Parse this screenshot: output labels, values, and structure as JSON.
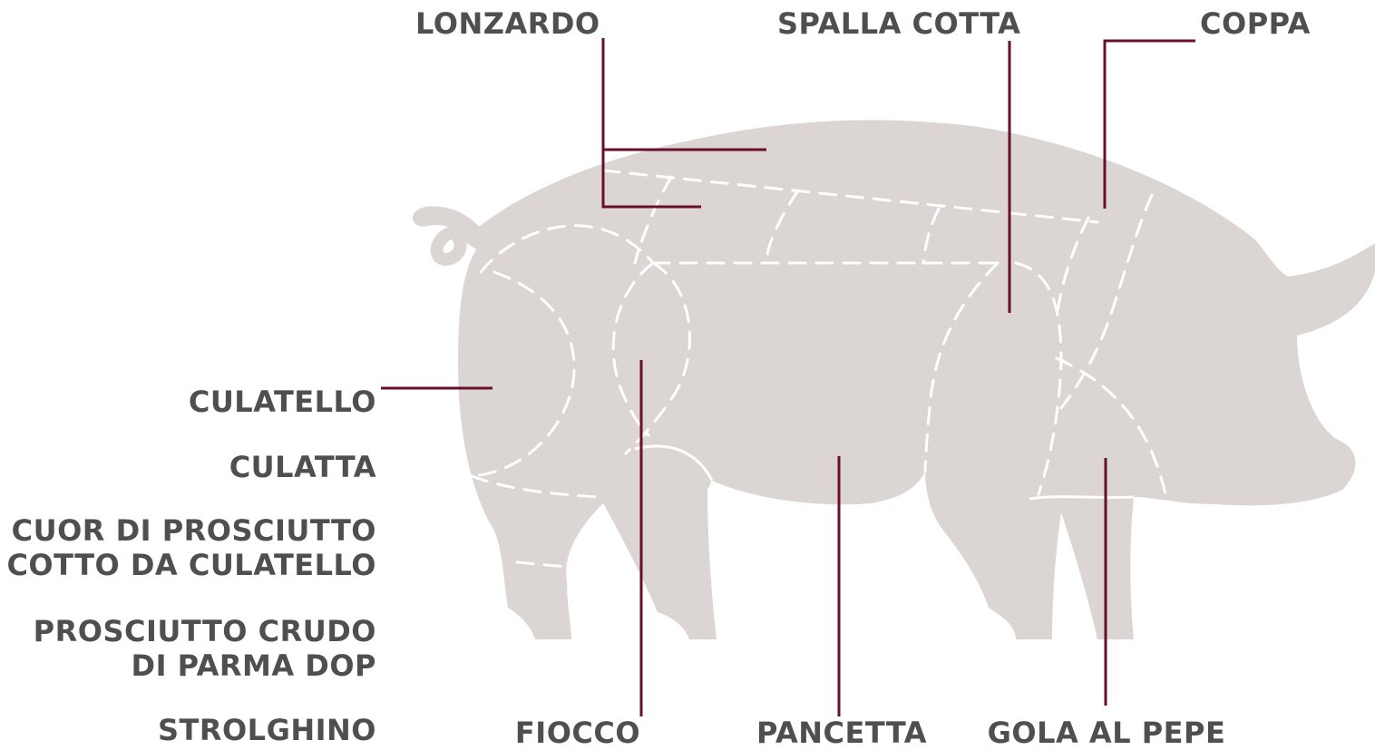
{
  "colors": {
    "pig_fill": "#dbd6d4",
    "callout_line": "#6a0f2b",
    "cut_dash": "#ffffff",
    "label_text": "#4f4f4f"
  },
  "labels": {
    "lonzardo": "LONZARDO",
    "spalla_cotta": "SPALLA COTTA",
    "coppa": "COPPA",
    "culatello": "CULATELLO",
    "culatta": "CULATTA",
    "cuor_line1": "CUOR DI PROSCIUTTO",
    "cuor_line2": "COTTO DA CULATELLO",
    "prosciutto_line1": "PROSCIUTTO CRUDO",
    "prosciutto_line2": "DI PARMA DOP",
    "strolghino": "STROLGHINO",
    "fiocco": "FIOCCO",
    "pancetta": "PANCETTA",
    "gola_al_pepe": "GOLA AL PEPE"
  }
}
